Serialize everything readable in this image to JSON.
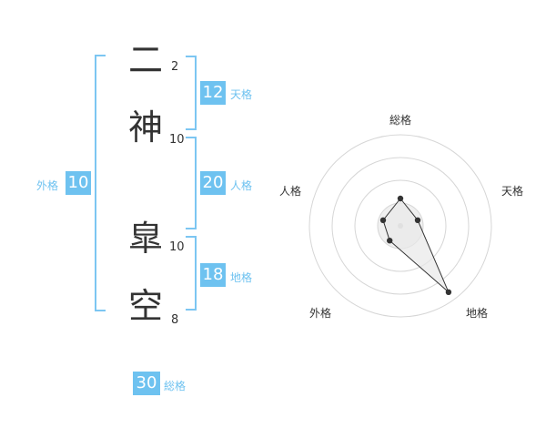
{
  "name": {
    "characters": [
      {
        "char": "二",
        "strokes": "2"
      },
      {
        "char": "神",
        "strokes": "10"
      },
      {
        "char": "皐",
        "strokes": "10"
      },
      {
        "char": "空",
        "strokes": "8"
      }
    ]
  },
  "scores": {
    "tenkaku": {
      "value": "12",
      "label": "天格"
    },
    "jinkaku": {
      "value": "20",
      "label": "人格"
    },
    "chikaku": {
      "value": "18",
      "label": "地格"
    },
    "gaikaku": {
      "value": "10",
      "label": "外格"
    },
    "soukaku": {
      "value": "30",
      "label": "総格"
    }
  },
  "radar": {
    "labels": {
      "top": "総格",
      "right": "天格",
      "bottom_right": "地格",
      "bottom_left": "外格",
      "left": "人格"
    },
    "levels": 4,
    "values": {
      "soukaku": 0.3,
      "tenkaku": 0.2,
      "chikaku": 0.9,
      "gaikaku": 0.2,
      "jinkaku": 0.2
    },
    "colors": {
      "accent": "#6ec2f0",
      "ring": "#d6d6d6",
      "fill": "#e8e8e8",
      "line": "#333333"
    }
  }
}
